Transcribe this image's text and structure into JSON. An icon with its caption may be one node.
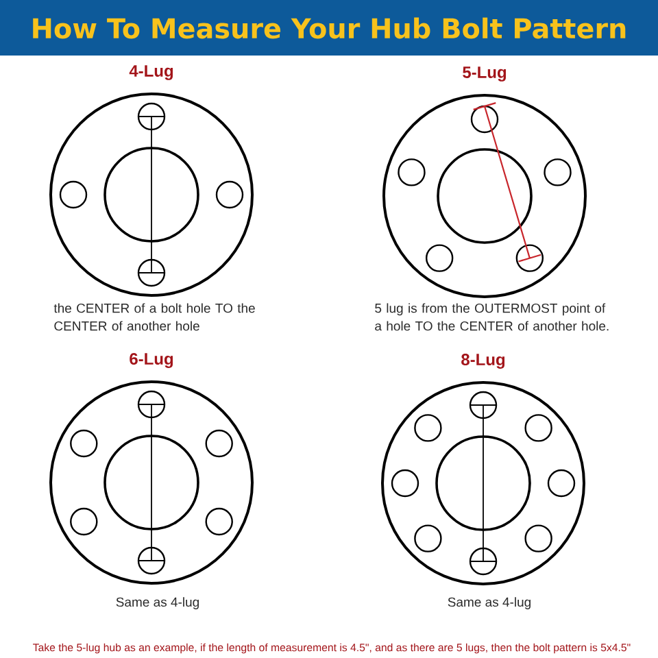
{
  "diagram": {
    "title": "How To Measure Your Hub Bolt Pattern",
    "nodes": [
      {
        "text": [
          "4-Lug"
        ],
        "beside": [
          "the CENTER of a bolt hole TO the CENTER of another hole"
        ]
      },
      {
        "text": [
          "5-Lug"
        ],
        "beside": [
          "5 lug is from the OUTERMOST point of a hole TO the CENTER of another hole."
        ]
      },
      {
        "text": [
          "6-Lug"
        ],
        "beside": [
          "Same as 4-lug"
        ]
      },
      {
        "text": [
          "8-Lug"
        ],
        "beside": [
          "Same as 4-lug"
        ]
      }
    ],
    "caption": "Take the 5-lug hub as an example, if the length of measurement is 4.5\", and as there are 5 lugs, then the bolt pattern is 5x4.5\""
  }
}
